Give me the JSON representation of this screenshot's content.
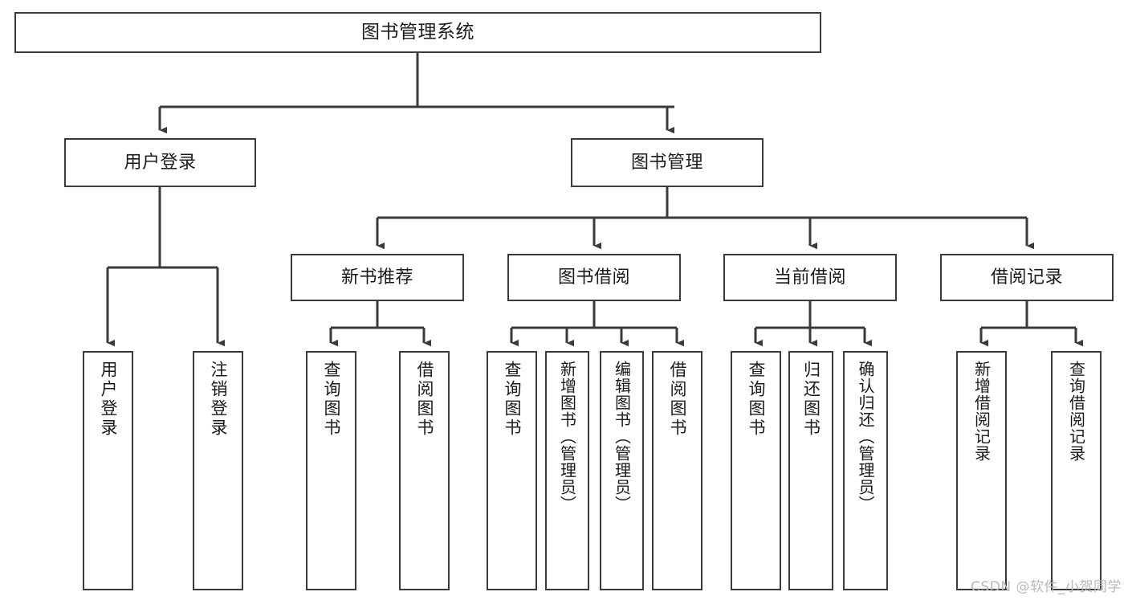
{
  "diagram": {
    "title": "图书管理系统",
    "type": "tree",
    "watermark": "CSDN @软件_小贺同学",
    "colors": {
      "stroke": "#3a3a3a",
      "fill": "#ffffff",
      "text": "#1b1b1b",
      "watermark": "#b9b9b9"
    },
    "nodes": {
      "root": {
        "label": "图书管理系统"
      },
      "level2": [
        {
          "label": "用户登录"
        },
        {
          "label": "图书管理"
        }
      ],
      "level3": [
        {
          "label": "新书推荐"
        },
        {
          "label": "图书借阅"
        },
        {
          "label": "当前借阅"
        },
        {
          "label": "借阅记录"
        }
      ],
      "leaves": {
        "user_login": [
          {
            "label": "用户登录"
          },
          {
            "label": "注销登录"
          }
        ],
        "new_book_recommend": [
          {
            "label": "查询图书"
          },
          {
            "label": "借阅图书"
          }
        ],
        "book_borrow": [
          {
            "label": "查询图书"
          },
          {
            "label": "新增图书（管理员）"
          },
          {
            "label": "编辑图书（管理员）"
          },
          {
            "label": "借阅图书"
          }
        ],
        "current_borrow": [
          {
            "label": "查询图书"
          },
          {
            "label": "归还图书"
          },
          {
            "label": "确认归还（管理员）"
          }
        ],
        "borrow_record": [
          {
            "label": "新增借阅记录"
          },
          {
            "label": "查询借阅记录"
          }
        ]
      }
    }
  }
}
